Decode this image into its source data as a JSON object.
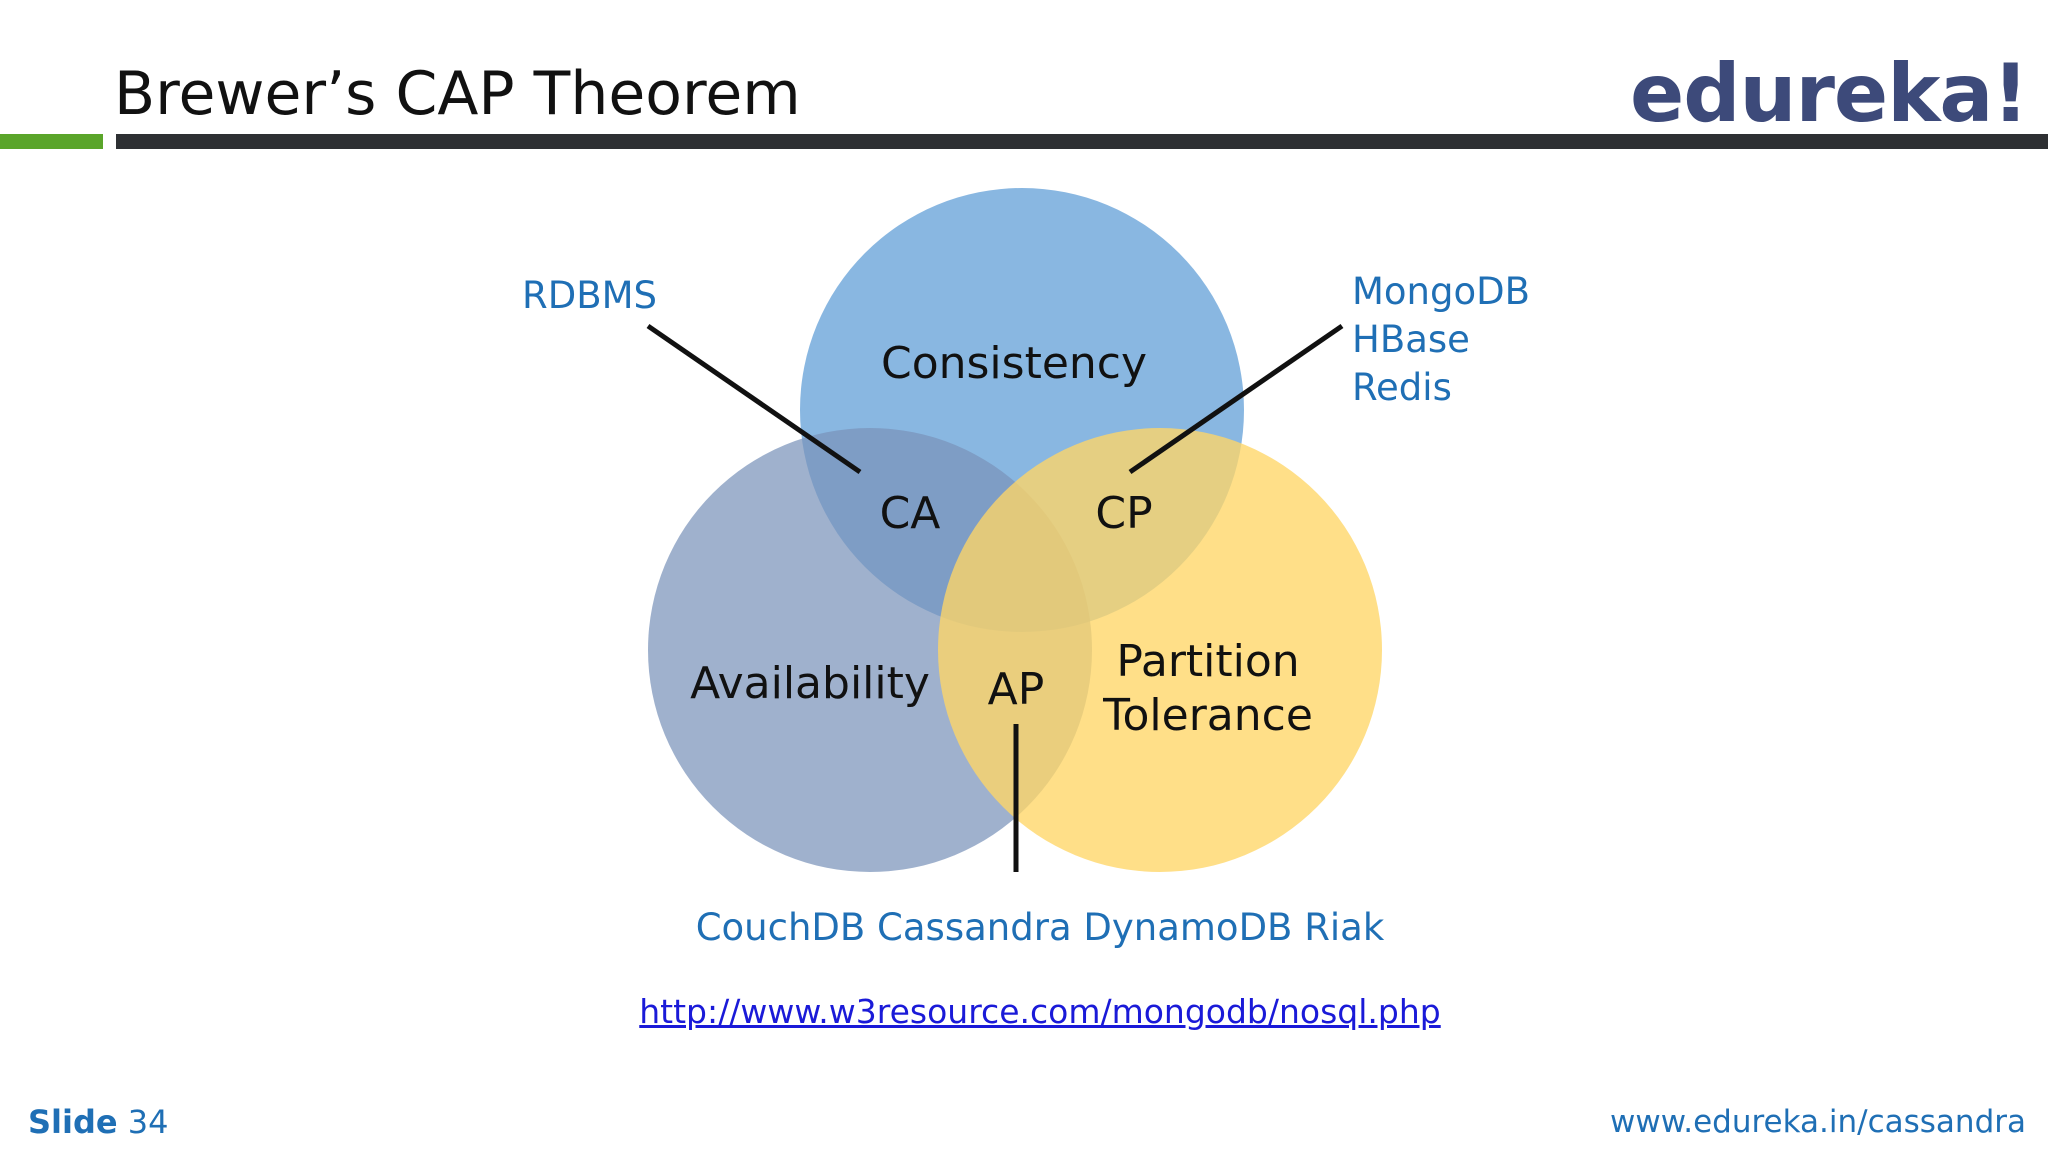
{
  "slide": {
    "title": "Brewer’s CAP Theorem",
    "logo_text": "edureka!",
    "number_prefix": "Slide",
    "number": "34",
    "footer_url": "www.edureka.in/cassandra",
    "source_link": "http://www.w3resource.com/mongodb/nosql.php"
  },
  "colors": {
    "title_text": "#111111",
    "logo": "#3d4a7a",
    "accent_bar": "#5aa52a",
    "main_bar": "#2e3033",
    "consistency_circle": "#5b9bd5",
    "availability_circle": "#7a93ba",
    "partition_circle": "#ffd666",
    "label_blue": "#1f6fb5",
    "link": "#1a1ad8"
  },
  "venn": {
    "circles": {
      "consistency": "Consistency",
      "availability": "Availability",
      "partition_line1": "Partition",
      "partition_line2": "Tolerance"
    },
    "overlaps": {
      "ca": "CA",
      "cp": "CP",
      "ap": "AP"
    },
    "databases": {
      "ca": "RDBMS",
      "cp": [
        "MongoDB",
        "HBase",
        "Redis"
      ],
      "ap": "CouchDB Cassandra DynamoDB Riak"
    }
  }
}
